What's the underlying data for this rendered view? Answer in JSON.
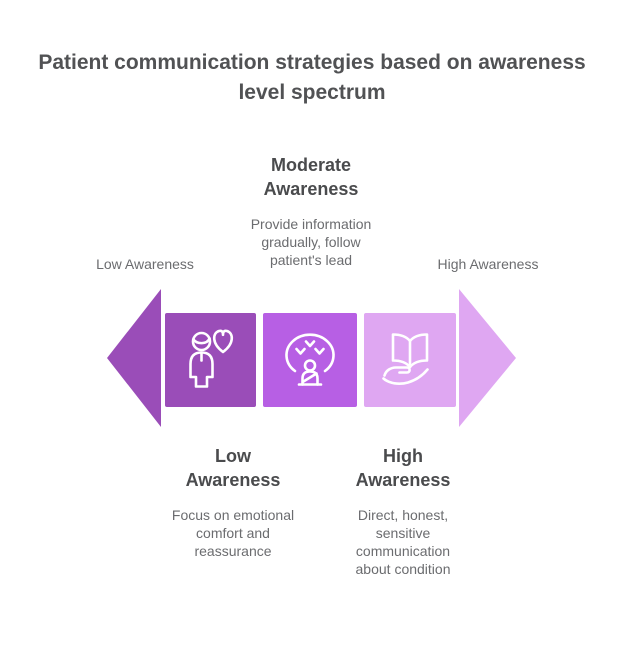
{
  "title": "Patient communication strategies based on awareness level spectrum",
  "spectrum": {
    "left_label": "Low Awareness",
    "right_label": "High Awareness"
  },
  "stages": [
    {
      "id": "low",
      "heading": "Low Awareness",
      "description": "Focus on emotional comfort and reassurance",
      "icon": "person-heart-icon",
      "color": "#9a4db8"
    },
    {
      "id": "moderate",
      "heading": "Moderate Awareness",
      "description": "Provide information gradually, follow patient's lead",
      "icon": "mindfulness-icon",
      "color": "#b75fe4"
    },
    {
      "id": "high",
      "heading": "High Awareness",
      "description": "Direct, honest, sensitive communication about condition",
      "icon": "open-book-hand-icon",
      "color": "#dfa7f2"
    }
  ],
  "colors": {
    "background": "#ffffff",
    "left_arrow": "#9a4db8",
    "box_low": "#9a4db8",
    "box_moderate": "#b75fe4",
    "box_high": "#dfa7f2",
    "right_arrow": "#dfa7f2",
    "icon_stroke": "#ffffff",
    "title_text": "#515254",
    "heading_text": "#4a4b4d",
    "body_text": "#6b6c6f"
  }
}
